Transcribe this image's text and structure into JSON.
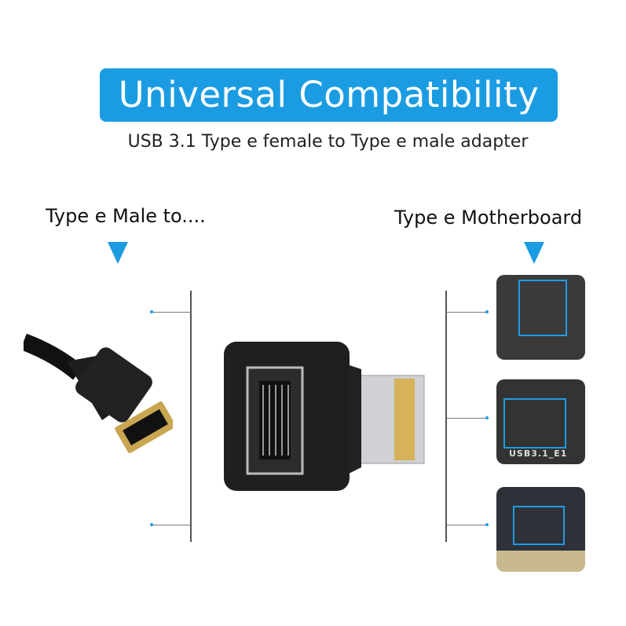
{
  "header": {
    "title": "Universal Compatibility",
    "subtitle": "USB 3.1 Type e female to Type e male adapter"
  },
  "left": {
    "label": "Type e Male to...."
  },
  "right": {
    "label": "Type e Motherboard"
  },
  "photos": [
    {
      "caption": ""
    },
    {
      "caption": "USB3.1_E1"
    },
    {
      "caption": ""
    }
  ],
  "colors": {
    "accent": "#1b9ce2",
    "product": "#1a1a1a"
  },
  "icons": [
    "arrow-down-icon",
    "arrow-down-icon"
  ]
}
